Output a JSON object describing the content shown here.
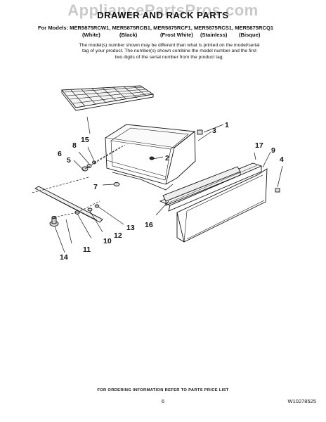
{
  "watermark": "AppliancePartsPros.com",
  "title": "DRAWER AND RACK PARTS",
  "models_line": "For Models: MER5875RCW1, MER5875RCB1, MER5875RCF1, MER5875RCS1, MER5875RCQ1",
  "finishes": [
    "(White)",
    "(Black)",
    "(Frost White)",
    "(Stainless)",
    "(Bisque)"
  ],
  "note": "The model(s) number shown may be different than what is printed on the model/serial tag of your product. The number(s) shown combine the model number and the first two digits of the serial number from the product tag.",
  "callouts": [
    "1",
    "2",
    "3",
    "4",
    "5",
    "6",
    "7",
    "8",
    "9",
    "10",
    "11",
    "12",
    "13",
    "14",
    "15",
    "16",
    "17"
  ],
  "footer": "FOR ORDERING INFORMATION REFER TO PARTS PRICE LIST",
  "page_number": "6",
  "part_number": "W10278525"
}
